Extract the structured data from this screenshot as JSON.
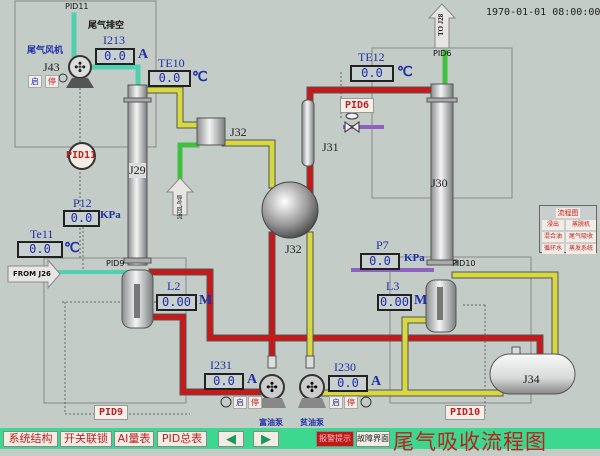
{
  "header": {
    "datetime": "1970-01-01 08:00:00",
    "to_label": "TO J28"
  },
  "equipment": {
    "fan": {
      "label": "J43",
      "name": "尾气风机",
      "vent": "尾气排空",
      "pid": "PID11"
    },
    "col1": "J29",
    "col2": "J30",
    "cond1": "J31",
    "hx": "J32",
    "sphere": "J32",
    "tank": "J34",
    "pump1": "富油泵",
    "pump2": "贫油泵",
    "from_label": "FROM J26",
    "arrow_in": "导气回流"
  },
  "instruments": [
    {
      "tag": "I213",
      "value": "0.0",
      "unit": "A"
    },
    {
      "tag": "TE10",
      "value": "0.0",
      "unit": "℃"
    },
    {
      "tag": "TE12",
      "value": "0.0",
      "unit": "℃"
    },
    {
      "tag": "P12",
      "value": "0.0",
      "unit": "KPa"
    },
    {
      "tag": "Te11",
      "value": "0.0",
      "unit": "℃"
    },
    {
      "tag": "L2",
      "value": "0.00",
      "unit": "M"
    },
    {
      "tag": "P7",
      "value": "0.0",
      "unit": "KPa"
    },
    {
      "tag": "L3",
      "value": "0.00",
      "unit": "M"
    },
    {
      "tag": "I231",
      "value": "0.0",
      "unit": "A"
    },
    {
      "tag": "I230",
      "value": "0.0",
      "unit": "A"
    }
  ],
  "pids": {
    "pid11": "PID11",
    "pid6": "PID6",
    "pid6_top": "PID6",
    "pid9": "PID9",
    "pid9_top": "PID9",
    "pid10": "PID10",
    "pid10_top": "PID10"
  },
  "controls": {
    "start": "启",
    "stop": "停"
  },
  "legend": {
    "title": "流程图",
    "items": [
      "浸出",
      "蒸脱机",
      "混合油",
      "尾气吸收",
      "循环水",
      "蒸发系统"
    ]
  },
  "nav": {
    "items": [
      "系统结构",
      "开关联锁",
      "AI量表",
      "PID总表"
    ],
    "prev": "◀",
    "next": "▶",
    "alarm": "报警提示",
    "fault": "故障界面"
  },
  "page_title": "尾气吸收流程图",
  "colors": {
    "background": "#c4ccc8",
    "red_pipe": "#c81818",
    "yellow_pipe": "#d8d840",
    "green_pipe": "#40c040",
    "cyan_pipe": "#50d0b0",
    "purple_pipe": "#9060c0",
    "bar": "#3cd890"
  }
}
